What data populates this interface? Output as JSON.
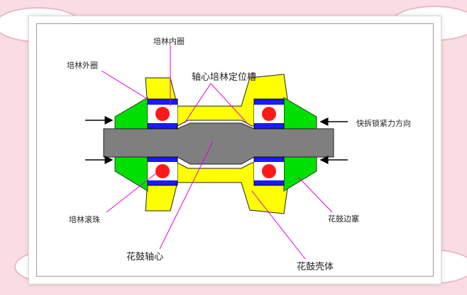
{
  "labels": {
    "bearing_inner_ring": "培林内圈",
    "bearing_outer_ring": "培林外圈",
    "axle_bearing_groove": "轴心培林定位槽",
    "quick_release_direction": "快拆锁紧力方向",
    "bearing_balls": "培林滚珠",
    "hub_axle": "花鼓轴心",
    "hub_end_cap": "花鼓边塞",
    "hub_shell": "花鼓壳体"
  },
  "colors": {
    "background": "#f9dde3",
    "shell": "#ffff00",
    "end_cap": "#00e000",
    "axle": "#808080",
    "bearing": "#1a1aff",
    "ball": "#ff1a1a",
    "leader_line": "#e000e0"
  }
}
